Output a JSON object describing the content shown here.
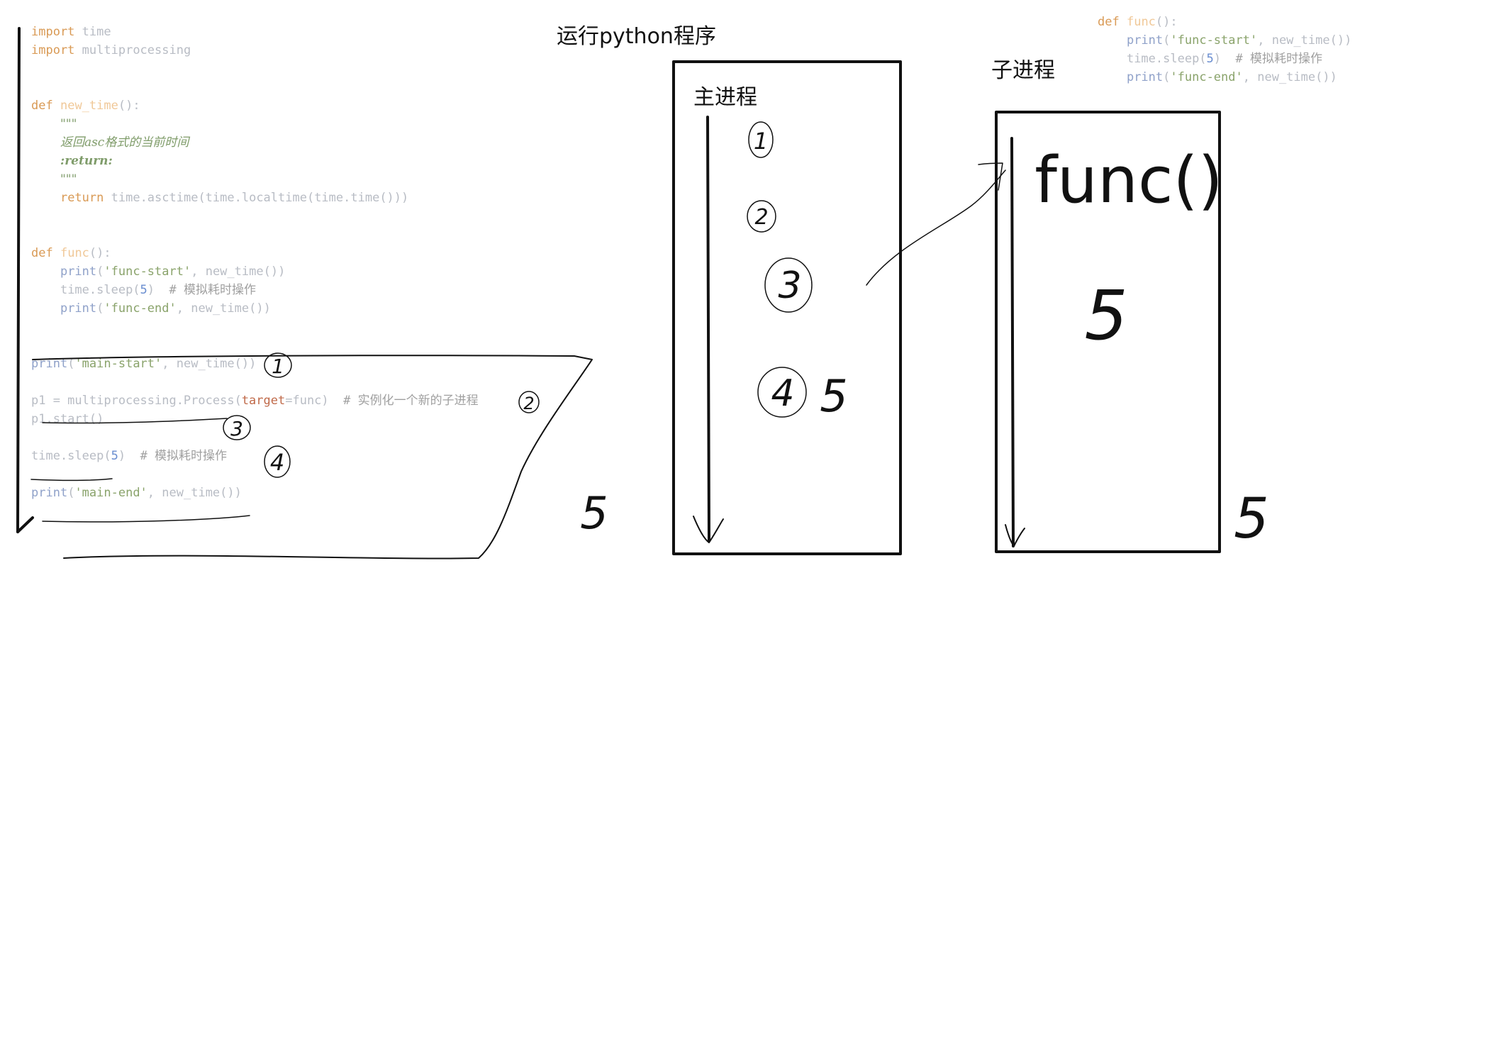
{
  "title": "运行python程序",
  "main_process_label": "主进程",
  "child_process_label": "子进程",
  "code_left": {
    "l1a": "import",
    "l1b": "time",
    "l2a": "import",
    "l2b": "multiprocessing",
    "l3a": "def",
    "l3b": "new_time",
    "l4": "\"\"\"",
    "l5": "返回asc格式的当前时间",
    "l6": ":return:",
    "l7": "\"\"\"",
    "l8a": "return",
    "l8b": "time.asctime(time.localtime(time.time()))",
    "l9a": "def",
    "l9b": "func",
    "l10a": "print",
    "l10b": "'func-start'",
    "l10c": "new_time()",
    "l11a": "time.sleep(",
    "l11b": "5",
    "l11c": "# 模拟耗时操作",
    "l12a": "print",
    "l12b": "'func-end'",
    "l12c": "new_time()",
    "l13a": "print",
    "l13b": "'main-start'",
    "l13c": "new_time()",
    "l14a": "p1 = multiprocessing.Process(",
    "l14b": "target",
    "l14c": "=func)",
    "l14d": "# 实例化一个新的子进程",
    "l15": "p1.start()",
    "l16a": "time.sleep(",
    "l16b": "5",
    "l16c": "# 模拟耗时操作",
    "l17a": "print",
    "l17b": "'main-end'",
    "l17c": "new_time()"
  },
  "code_right": {
    "r1a": "def",
    "r1b": "func",
    "r2a": "print",
    "r2b": "'func-start'",
    "r2c": "new_time()",
    "r3a": "time.sleep(",
    "r3b": "5",
    "r3c": "# 模拟耗时操作",
    "r4a": "print",
    "r4b": "'func-end'",
    "r4c": "new_time()"
  },
  "annotations": {
    "c1": "1",
    "c2": "2",
    "c3": "3",
    "c4": "4",
    "five": "5",
    "func_call": "func()"
  }
}
